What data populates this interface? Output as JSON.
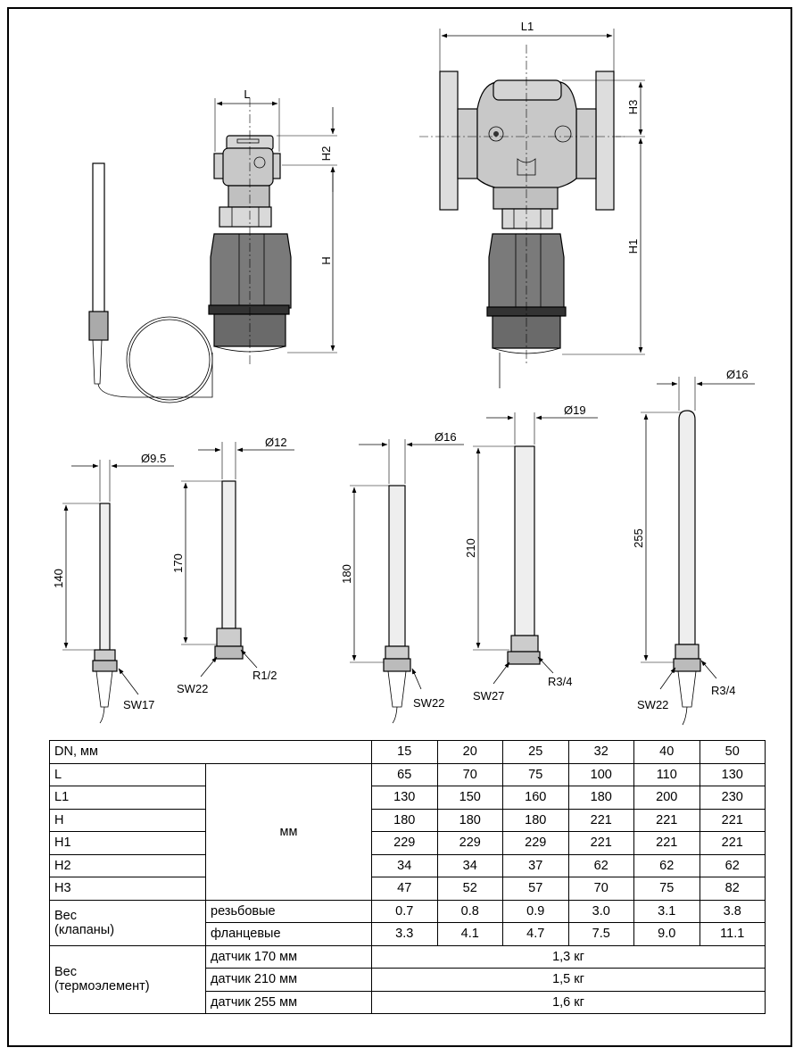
{
  "labels": {
    "L": "L",
    "L1": "L1",
    "H": "H",
    "H1": "H1",
    "H2": "H2",
    "H3": "H3"
  },
  "sensors": [
    {
      "diameter": "Ø9.5",
      "length": "140",
      "wrench": "SW17",
      "thread": ""
    },
    {
      "diameter": "Ø12",
      "length": "170",
      "wrench": "SW22",
      "thread": "R1/2"
    },
    {
      "diameter": "Ø16",
      "length": "180",
      "wrench": "SW22",
      "thread": ""
    },
    {
      "diameter": "Ø19",
      "length": "210",
      "wrench": "SW27",
      "thread": "R3/4"
    },
    {
      "diameter": "Ø16",
      "length": "255",
      "wrench": "SW22",
      "thread": "R3/4"
    }
  ],
  "table": {
    "dn_label": "DN, мм",
    "dn_values": [
      "15",
      "20",
      "25",
      "32",
      "40",
      "50"
    ],
    "unit": "мм",
    "dims": [
      {
        "label": "L",
        "values": [
          "65",
          "70",
          "75",
          "100",
          "110",
          "130"
        ]
      },
      {
        "label": "L1",
        "values": [
          "130",
          "150",
          "160",
          "180",
          "200",
          "230"
        ]
      },
      {
        "label": "H",
        "values": [
          "180",
          "180",
          "180",
          "221",
          "221",
          "221"
        ]
      },
      {
        "label": "H1",
        "values": [
          "229",
          "229",
          "229",
          "221",
          "221",
          "221"
        ]
      },
      {
        "label": "H2",
        "values": [
          "34",
          "34",
          "37",
          "62",
          "62",
          "62"
        ]
      },
      {
        "label": "H3",
        "values": [
          "47",
          "52",
          "57",
          "70",
          "75",
          "82"
        ]
      }
    ],
    "valve_weight": {
      "label_line1": "Вес",
      "label_line2": "(клапаны)",
      "rows": [
        {
          "type": "резьбовые",
          "values": [
            "0.7",
            "0.8",
            "0.9",
            "3.0",
            "3.1",
            "3.8"
          ]
        },
        {
          "type": "фланцевые",
          "values": [
            "3.3",
            "4.1",
            "4.7",
            "7.5",
            "9.0",
            "11.1"
          ]
        }
      ]
    },
    "element_weight": {
      "label_line1": "Вес",
      "label_line2": "(термоэлемент)",
      "rows": [
        {
          "type": "датчик 170 мм",
          "value": "1,3 кг"
        },
        {
          "type": "датчик 210 мм",
          "value": "1,5 кг"
        },
        {
          "type": "датчик 255 мм",
          "value": "1,6 кг"
        }
      ]
    }
  }
}
